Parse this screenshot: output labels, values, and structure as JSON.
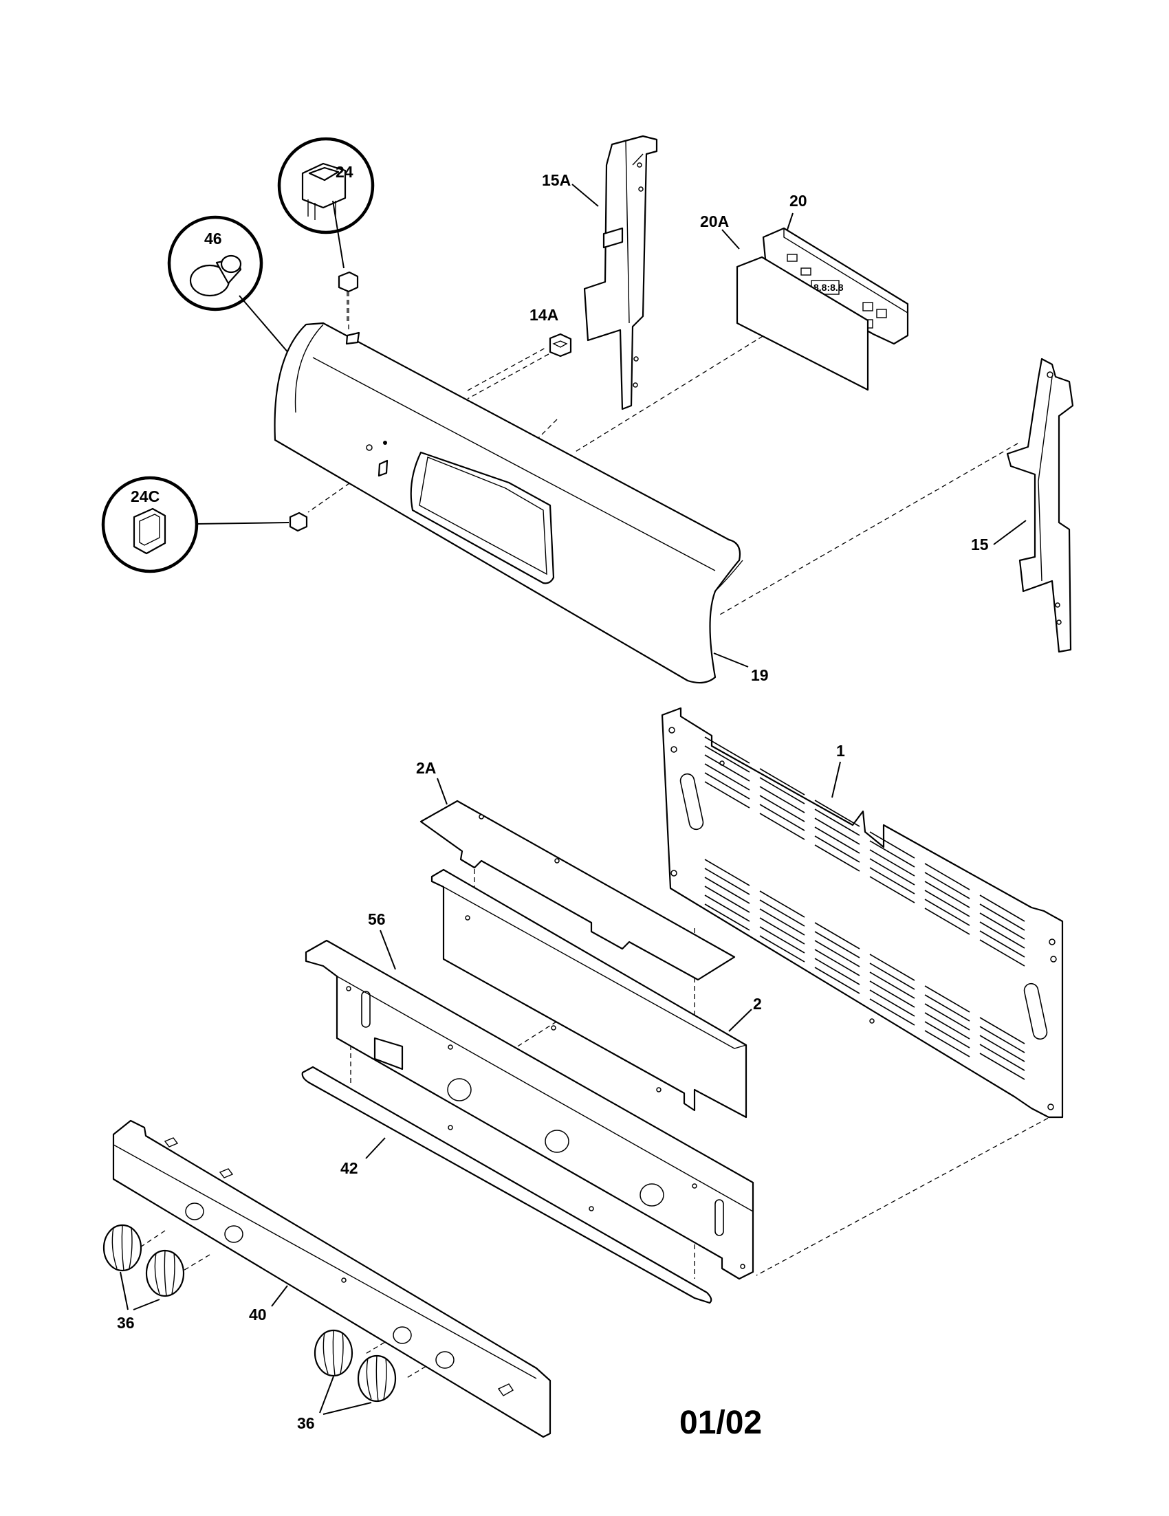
{
  "diagram": {
    "callouts": {
      "c24": "24",
      "c46": "46",
      "c15A": "15A",
      "c20": "20",
      "c20A": "20A",
      "c14A": "14A",
      "c24C": "24C",
      "c15": "15",
      "c19": "19",
      "c1": "1",
      "c2A": "2A",
      "c56": "56",
      "c2": "2",
      "c42": "42",
      "c40": "40",
      "c36a": "36",
      "c36b": "36"
    },
    "footer_code": "01/02"
  }
}
